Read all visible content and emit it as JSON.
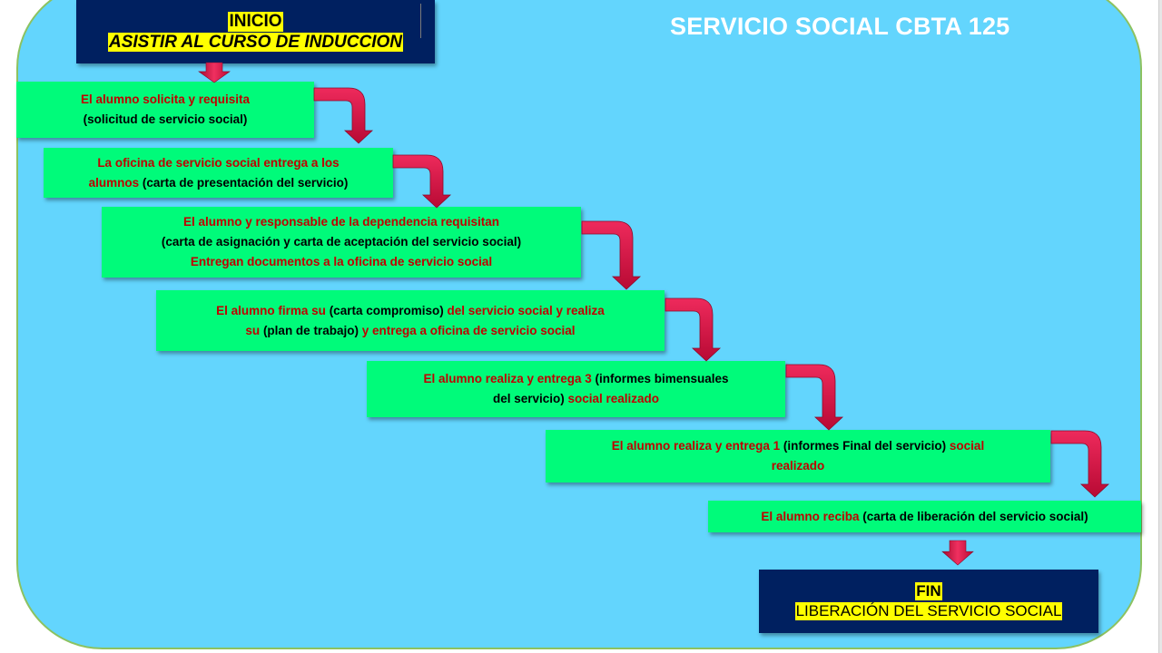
{
  "title": "SERVICIO SOCIAL CBTA 125",
  "start": {
    "label": "INICIO",
    "text": "ASISTIR AL CURSO DE INDUCCION"
  },
  "steps": [
    {
      "lines": [
        [
          {
            "t": "El alumno solicita y requisita",
            "c": "red"
          }
        ],
        [
          {
            "t": "(solicitud de servicio social)",
            "c": "black"
          }
        ]
      ]
    },
    {
      "lines": [
        [
          {
            "t": "La oficina de servicio social entrega a los",
            "c": "red"
          }
        ],
        [
          {
            "t": "alumnos ",
            "c": "red"
          },
          {
            "t": "(carta  de presentación del servicio)",
            "c": "black"
          }
        ]
      ]
    },
    {
      "lines": [
        [
          {
            "t": "El alumno y responsable  de la dependencia requisitan",
            "c": "red"
          }
        ],
        [
          {
            "t": "(carta  de asignación y carta de aceptación del servicio social)",
            "c": "black"
          }
        ],
        [
          {
            "t": "Entregan documentos a la oficina de servicio social",
            "c": "red"
          }
        ]
      ]
    },
    {
      "lines": [
        [
          {
            "t": "El alumno firma su ",
            "c": "red"
          },
          {
            "t": "(carta compromiso) ",
            "c": "black"
          },
          {
            "t": "del servicio social y realiza",
            "c": "red"
          }
        ],
        [
          {
            "t": "su ",
            "c": "red"
          },
          {
            "t": "(plan  de trabajo) ",
            "c": "black"
          },
          {
            "t": "y entrega a oficina de servicio social",
            "c": "red"
          }
        ]
      ]
    },
    {
      "lines": [
        [
          {
            "t": "El alumno realiza y entrega 3 ",
            "c": "red"
          },
          {
            "t": "(informes bimensuales",
            "c": "black"
          }
        ],
        [
          {
            "t": "del servicio) ",
            "c": "black"
          },
          {
            "t": "social  realizado",
            "c": "red"
          }
        ]
      ]
    },
    {
      "lines": [
        [
          {
            "t": "El alumno realiza y entrega 1 ",
            "c": "red"
          },
          {
            "t": "(informes Final  del servicio) ",
            "c": "black"
          },
          {
            "t": "social",
            "c": "red"
          }
        ],
        [
          {
            "t": "realizado",
            "c": "red"
          }
        ]
      ]
    },
    {
      "lines": [
        [
          {
            "t": "El alumno reciba ",
            "c": "red"
          },
          {
            "t": "(carta de liberación del servicio social)",
            "c": "black"
          }
        ]
      ]
    }
  ],
  "end": {
    "label": "FIN",
    "text": "LIBERACIÓN DEL SERVICIO SOCIAL"
  },
  "colors": {
    "panel": "#63d5fd",
    "panel_border": "#8cc260",
    "step_fill": "#00fb7a",
    "terminal_fill": "#002060",
    "highlight": "#ffff00",
    "text_red": "#c00000",
    "arrow": "#d0103a"
  }
}
